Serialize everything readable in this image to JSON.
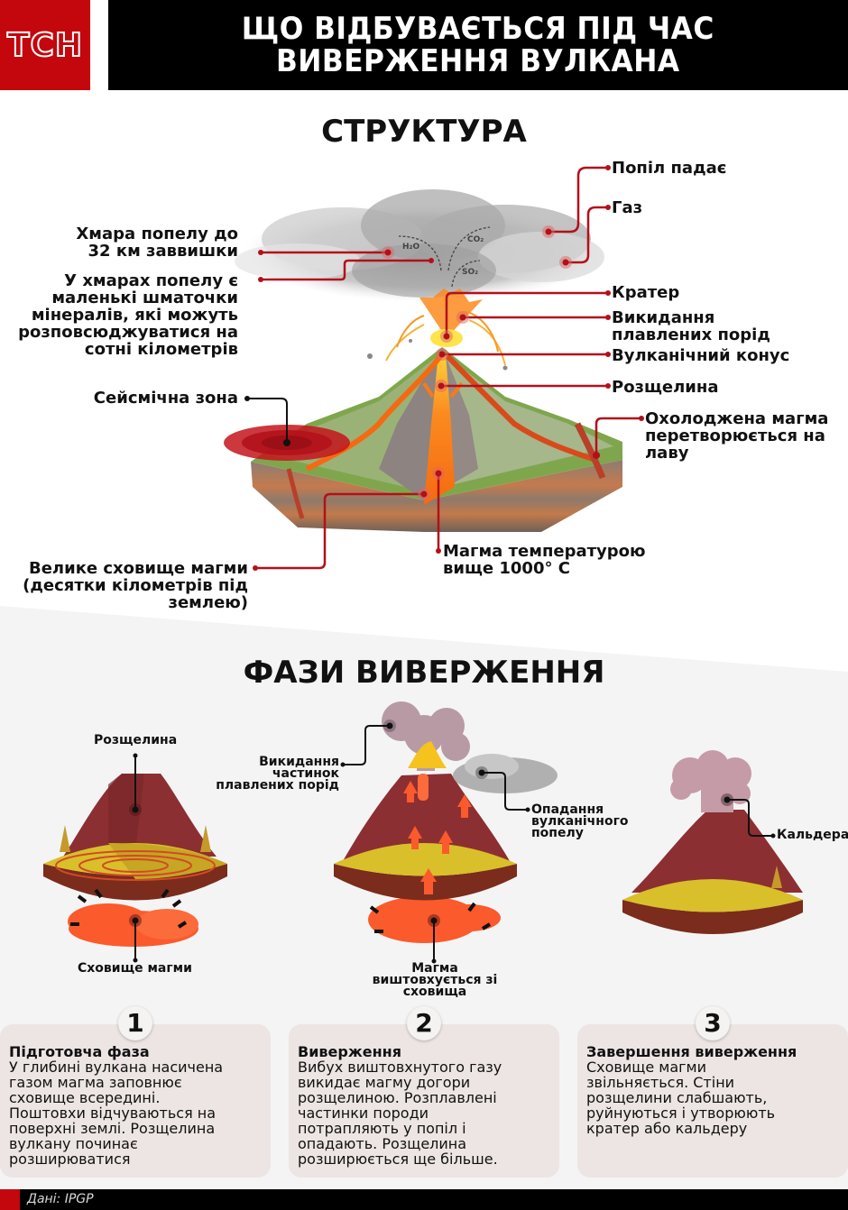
{
  "header": {
    "logo": "ТСН",
    "title": "ЩО ВІДБУВАЄТЬСЯ ПІД ЧАС\nВИВЕРЖЕННЯ ВУЛКАНА"
  },
  "colors": {
    "brand_red": "#c4060d",
    "callout_red": "#b3101a",
    "banner_black": "#000000",
    "card_bg": "#ece5e3",
    "section_gray": "#f4f4f4",
    "volcano_brown": "#8b2e2e",
    "ground_yellow": "#d7b928",
    "magma_orange": "#fb5a2c"
  },
  "structure": {
    "title": "СТРУКТУРА",
    "gas_labels": [
      "H₂O",
      "CO₂",
      "SO₂"
    ],
    "labels": {
      "ash_cloud_1": "Хмара попелу до",
      "ash_cloud_2": "32 км заввишки",
      "minerals_1": "У хмарах попелу є",
      "minerals_2": "маленькі шматочки",
      "minerals_3": "мінералів, які можуть",
      "minerals_4": "розповсюджуватися на",
      "minerals_5": "сотні кілометрів",
      "seismic": "Сейсмічна зона",
      "chamber_1": "Велике сховище магми",
      "chamber_2": "(десятки кілометрів під",
      "chamber_3": "землею)",
      "ash_falls": "Попіл падає",
      "gas": "Газ",
      "crater": "Кратер",
      "ejecta_1": "Викидання",
      "ejecta_2": "плавлених порід",
      "cone": "Вулканічний конус",
      "fissure": "Розщелина",
      "cooled_1": "Охолоджена магма",
      "cooled_2": "перетворюється на",
      "cooled_3": "лаву",
      "magma_temp_1": "Магма температурою",
      "magma_temp_2": "вище 1000° C"
    }
  },
  "phases": {
    "title": "ФАЗИ ВИВЕРЖЕННЯ",
    "diagram_labels": {
      "p1_fissure": "Розщелина",
      "p1_chamber": "Сховище магми",
      "p2_ejecta_1": "Викидання",
      "p2_ejecta_2": "частинок",
      "p2_ejecta_3": "плавлених порід",
      "p2_ash_1": "Опадання",
      "p2_ash_2": "вулканічного",
      "p2_ash_3": "попелу",
      "p2_magma_1": "Магма",
      "p2_magma_2": "виштовхується зі",
      "p2_magma_3": "сховища",
      "p3_caldera": "Кальдера"
    },
    "cards": [
      {
        "number": "1",
        "title": "Підготовча фаза",
        "text": "У глибині вулкана насичена\nгазом магма заповнює\nсховище всередині.\nПоштовхи відчуваються на\nповерхні землі. Розщелина\nвулкану починає\nрозширюватися"
      },
      {
        "number": "2",
        "title": "Виверження",
        "text": "Вибух виштовхнутого газу\nвикидає магму догори\nрозщелиною. Розплавлені\nчастинки породи\nпотрапляють у попіл і\nопадають. Розщелина\nрозширюється ще більше."
      },
      {
        "number": "3",
        "title": "Завершення виверження",
        "text": "Сховище магми\nзвільняється. Стіни\nрозщелини слабшають,\nруйнуються і утворюють\nкратер або кальдеру"
      }
    ]
  },
  "footer": {
    "source": "Дані: IPGP"
  }
}
